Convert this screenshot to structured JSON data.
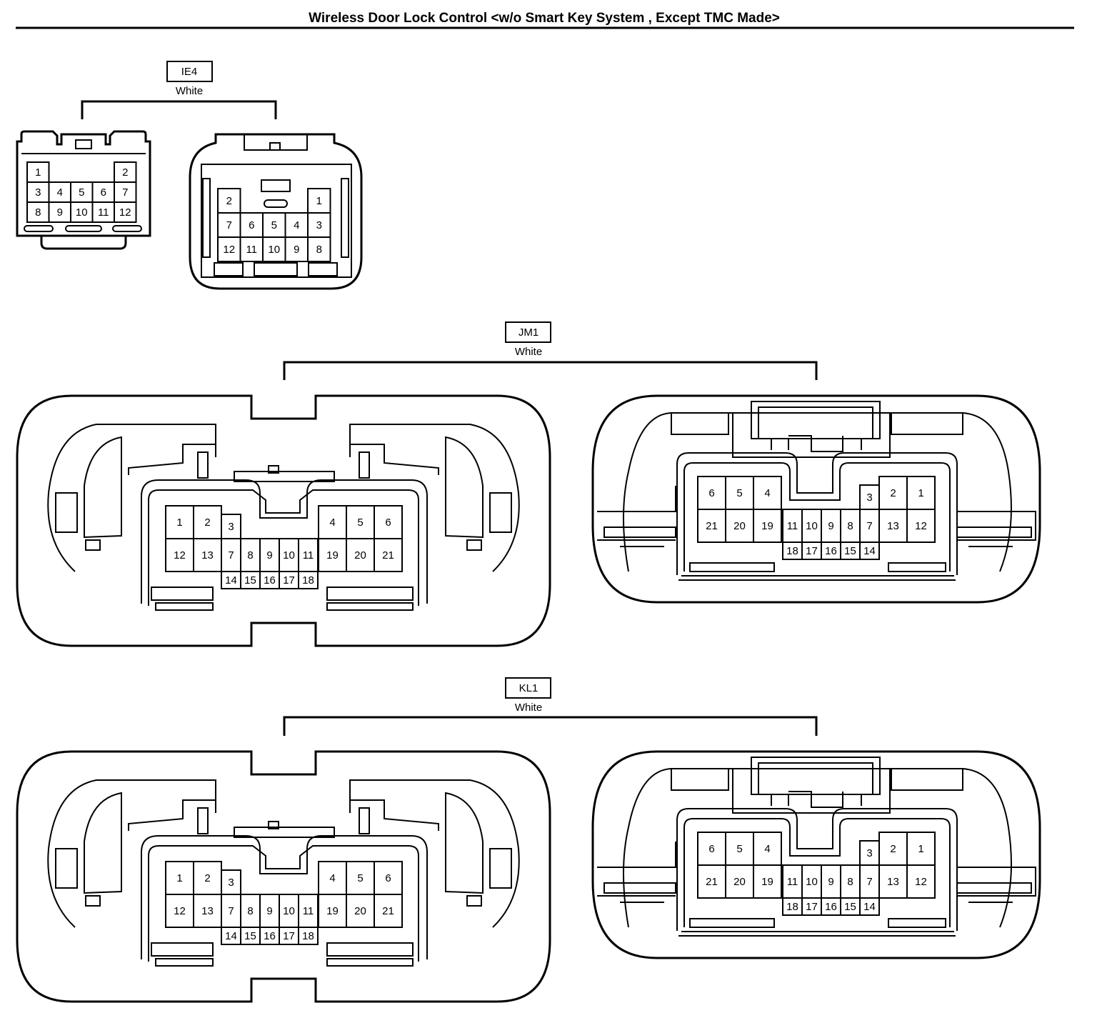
{
  "title": "Wireless Door Lock Control <w/o Smart Key System , Except TMC Made>",
  "connectors": [
    {
      "id": "IE4",
      "color": "White"
    },
    {
      "id": "JM1",
      "color": "White"
    },
    {
      "id": "KL1",
      "color": "White"
    }
  ],
  "pin_layouts": {
    "ie4_male": [
      [
        "1",
        "",
        "",
        "",
        "2"
      ],
      [
        "3",
        "4",
        "5",
        "6",
        "7"
      ],
      [
        "8",
        "9",
        "10",
        "11",
        "12"
      ]
    ],
    "ie4_female": [
      [
        "2",
        "",
        "",
        "",
        "1"
      ],
      [
        "7",
        "6",
        "5",
        "4",
        "3"
      ],
      [
        "12",
        "11",
        "10",
        "9",
        "8"
      ]
    ],
    "j21_male": {
      "upper_left": [
        [
          "1",
          "2"
        ],
        [
          "12",
          "13"
        ]
      ],
      "middle_top": "3",
      "middle": [
        [
          "7",
          "8",
          "9",
          "10",
          "11"
        ],
        [
          "14",
          "15",
          "16",
          "17",
          "18"
        ]
      ],
      "upper_right": [
        [
          "4",
          "5",
          "6"
        ],
        [
          "19",
          "20",
          "21"
        ]
      ]
    },
    "j21_female": {
      "upper_left": [
        [
          "6",
          "5",
          "4"
        ],
        [
          "21",
          "20",
          "19"
        ]
      ],
      "middle_top": "3",
      "middle": [
        [
          "11",
          "10",
          "9",
          "8",
          "7"
        ],
        [
          "18",
          "17",
          "16",
          "15",
          "14"
        ]
      ],
      "upper_right": [
        [
          "2",
          "1"
        ],
        [
          "13",
          "12"
        ]
      ]
    }
  }
}
